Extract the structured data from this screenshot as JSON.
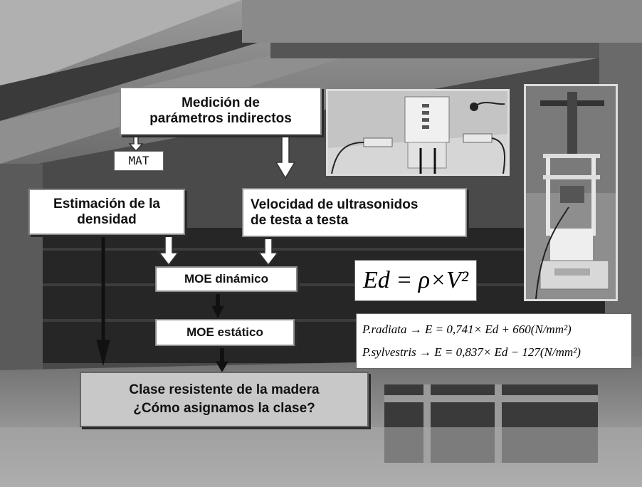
{
  "boxes": {
    "medicion": [
      "Medición de",
      "parámetros indirectos"
    ],
    "mat": "MAT",
    "densidad": [
      "Estimación de la",
      "densidad"
    ],
    "velocidad": [
      "Velocidad de ultrasonidos",
      "de testa a testa"
    ],
    "moe_dinamico": "MOE dinámico",
    "moe_estatico": "MOE estático",
    "clase": [
      "Clase resistente de la madera",
      "¿Cómo asignamos la clase?"
    ]
  },
  "formulas": {
    "main": "Ed = ρ×V²",
    "radiata": "P.radiata → E = 0,741× Ed + 660(N/mm²)",
    "sylvestris": "P.sylvestris → E = 0,837× Ed − 127(N/mm²)"
  },
  "colors": {
    "box_fill": "#ffffff",
    "clase_fill": "#c8c8c8",
    "arrow": "#111111"
  }
}
